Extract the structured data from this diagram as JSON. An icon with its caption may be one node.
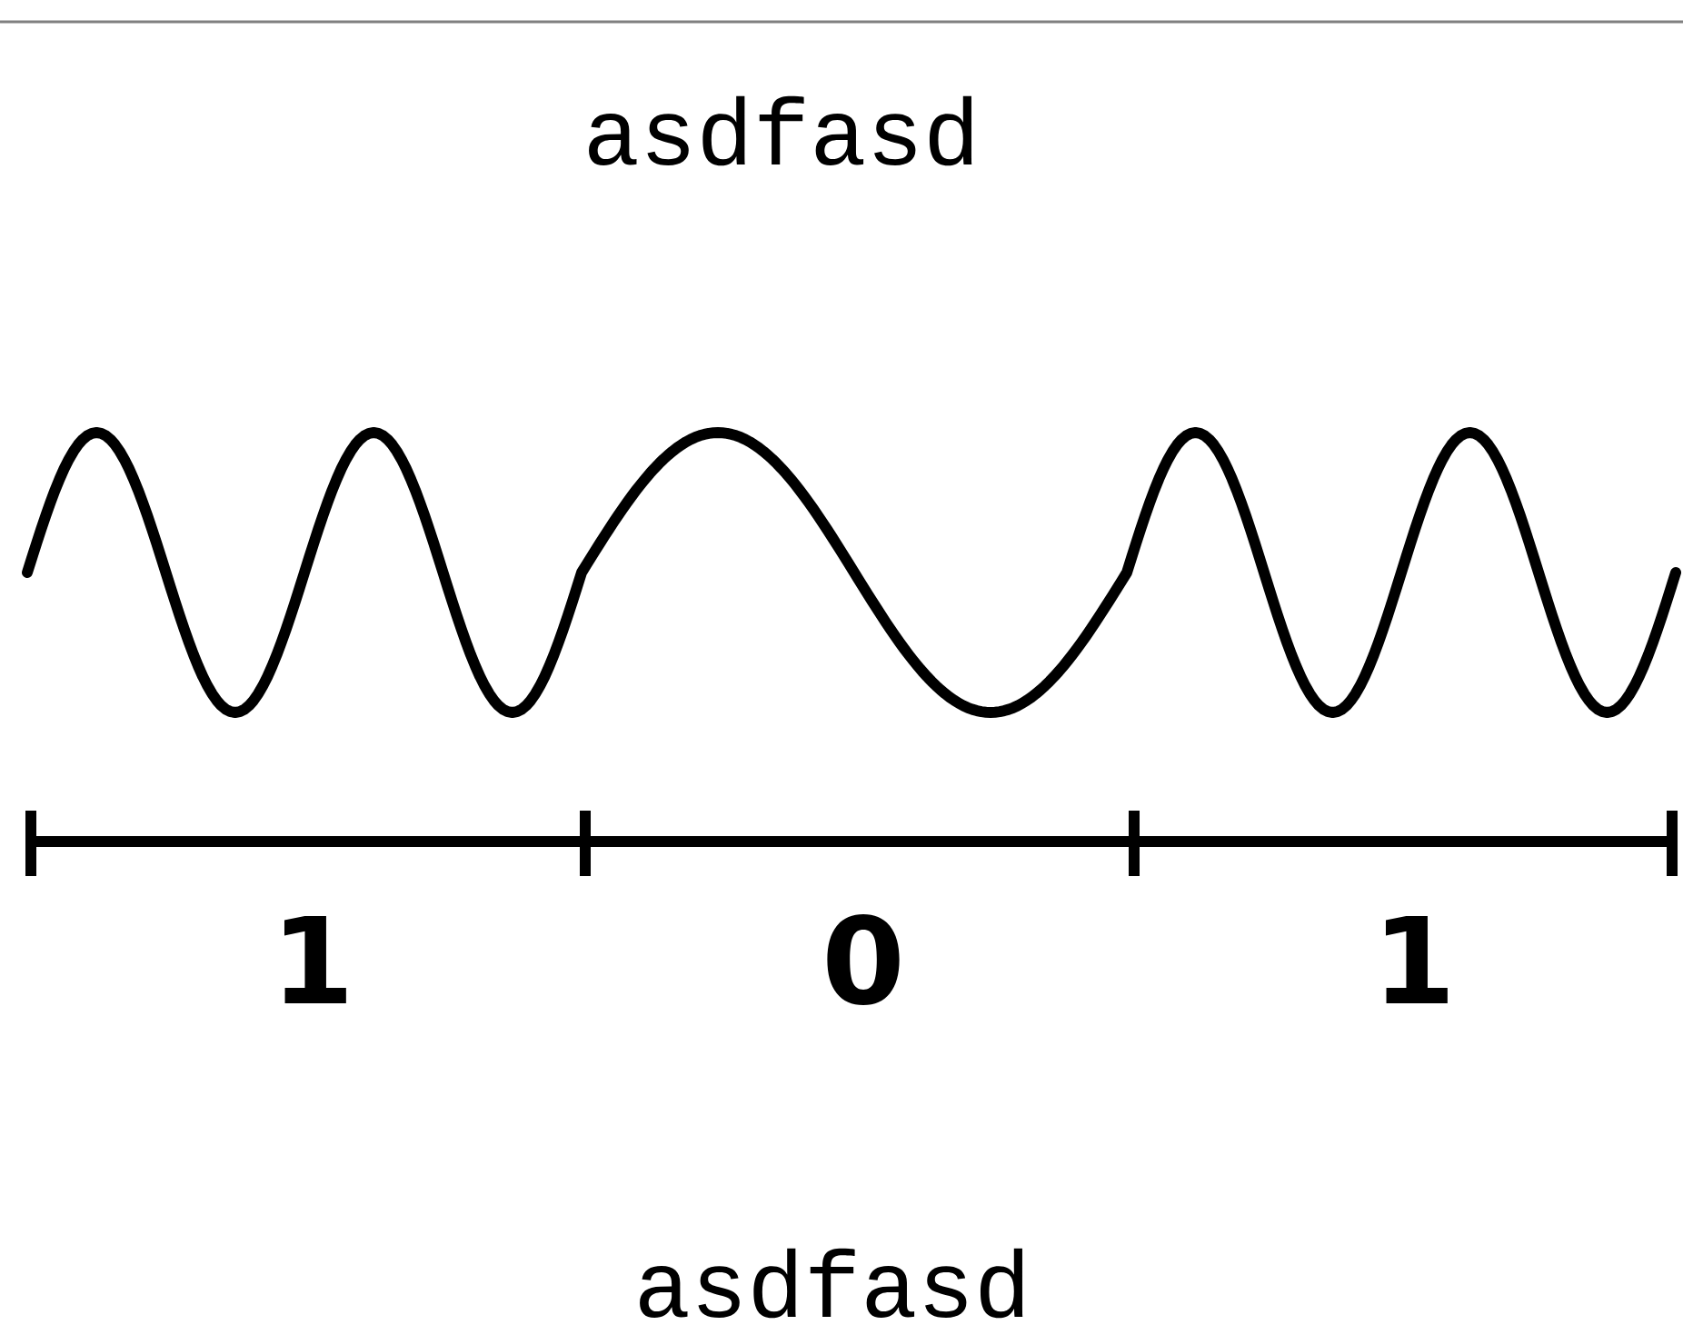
{
  "diagram": {
    "labels": [
      "asdfasd",
      "1",
      "0",
      "1",
      "asdfasd"
    ]
  }
}
